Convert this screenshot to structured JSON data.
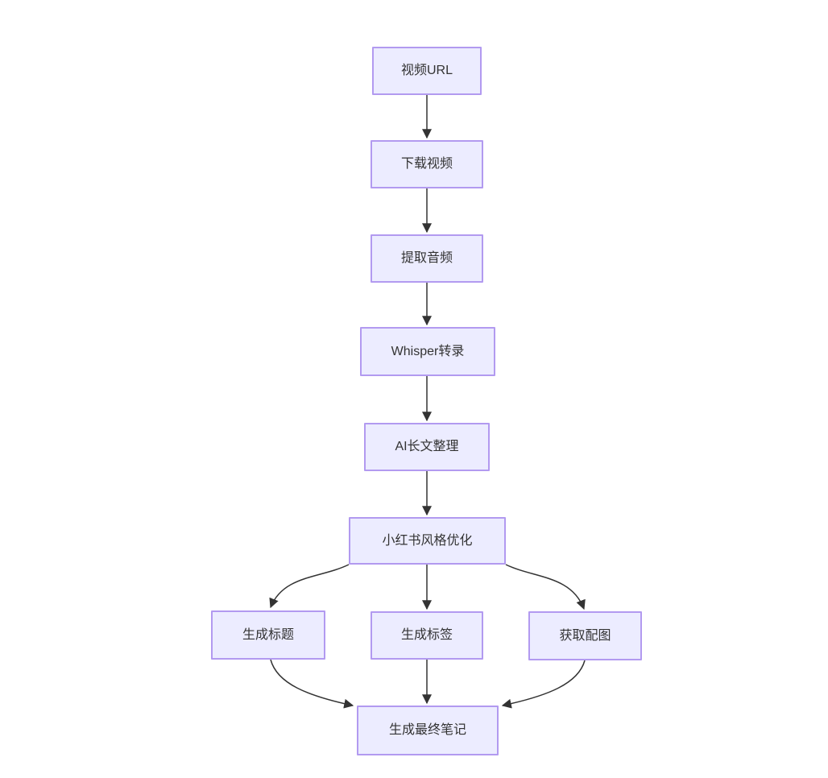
{
  "diagram": {
    "type": "flowchart",
    "direction": "top-down",
    "nodes": [
      {
        "id": "A",
        "label": "视频URL"
      },
      {
        "id": "B",
        "label": "下载视频"
      },
      {
        "id": "C",
        "label": "提取音频"
      },
      {
        "id": "D",
        "label": "Whisper转录"
      },
      {
        "id": "E",
        "label": "AI长文整理"
      },
      {
        "id": "F",
        "label": "小红书风格优化"
      },
      {
        "id": "G",
        "label": "生成标题"
      },
      {
        "id": "H",
        "label": "生成标签"
      },
      {
        "id": "I",
        "label": "获取配图"
      },
      {
        "id": "J",
        "label": "生成最终笔记"
      }
    ],
    "edges": [
      {
        "from": "视频URL",
        "to": "下载视频"
      },
      {
        "from": "下载视频",
        "to": "提取音频"
      },
      {
        "from": "提取音频",
        "to": "Whisper转录"
      },
      {
        "from": "Whisper转录",
        "to": "AI长文整理"
      },
      {
        "from": "AI长文整理",
        "to": "小红书风格优化"
      },
      {
        "from": "小红书风格优化",
        "to": "生成标题"
      },
      {
        "from": "小红书风格优化",
        "to": "生成标签"
      },
      {
        "from": "小红书风格优化",
        "to": "获取配图"
      },
      {
        "from": "生成标题",
        "to": "生成最终笔记"
      },
      {
        "from": "生成标签",
        "to": "生成最终笔记"
      },
      {
        "from": "获取配图",
        "to": "生成最终笔记"
      }
    ],
    "colors": {
      "node_fill": "#ECECFF",
      "node_border": "#B29AF0",
      "edge_line": "#333333",
      "text": "#333333",
      "background": "#FFFFFF"
    }
  }
}
